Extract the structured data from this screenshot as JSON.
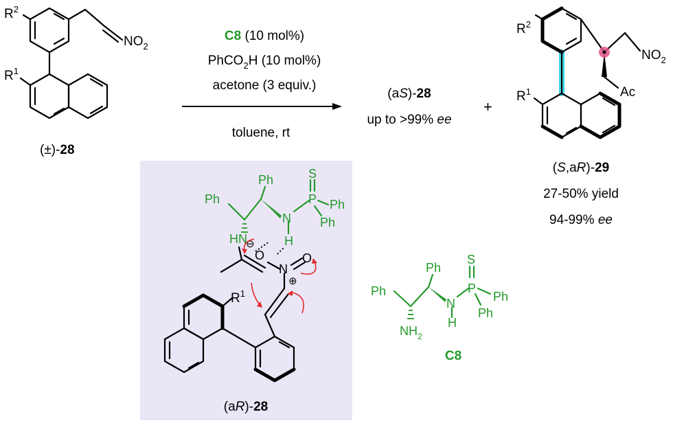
{
  "colors": {
    "catalyst_green": "#239a2a",
    "arrow_red": "#e32b2b",
    "panel_lavender": "#ebe6f6",
    "axis_cyan": "#39d3e6",
    "stereocenter_pink": "#e2528a"
  },
  "reactant": {
    "r2": "R",
    "r2_sup": "2",
    "r1": "R",
    "r1_sup": "1",
    "no2": "NO",
    "no2_sub": "2",
    "label_pre": "(±)-",
    "label_num": "28"
  },
  "conditions": {
    "catalyst": "C8",
    "catalyst_load": " (10 mol%)",
    "acid": "PhCO",
    "acid_sub": "2",
    "acid_rest": "H (10 mol%)",
    "nucleophile": "acetone (3 equiv.)",
    "solvent": "toluene, rt"
  },
  "product_recovered": {
    "pre": "(a",
    "s": "S",
    "post": ")-",
    "num": "28",
    "ee_text": "up to >99% ",
    "ee": "ee"
  },
  "plus": "+",
  "product29": {
    "r2": "R",
    "r2_sup": "2",
    "r1": "R",
    "r1_sup": "1",
    "no2": "NO",
    "no2_sub": "2",
    "ac": "Ac",
    "label_open": "(",
    "label_s": "S",
    "label_comma": ",a",
    "label_r": "R",
    "label_close": ")-",
    "label_num": "29",
    "yield": "27-50% yield",
    "ee_val": "94-99% ",
    "ee": "ee"
  },
  "transition_state": {
    "ph1": "Ph",
    "ph2": "Ph",
    "s": "S",
    "p": "P",
    "ph3": "Ph",
    "ph4": "Ph",
    "n": "N",
    "h": "H",
    "hn": "HN",
    "o_minus": "O",
    "minus": "⊖",
    "n_plus": "N",
    "plus": "⊕",
    "o": "O",
    "r1": "R",
    "r1_sup": "1",
    "label_pre": "(a",
    "label_r": "R",
    "label_post": ")-",
    "label_num": "28"
  },
  "catalyst_c8": {
    "ph1": "Ph",
    "ph2": "Ph",
    "s": "S",
    "p": "P",
    "ph3": "Ph",
    "ph4": "Ph",
    "n": "N",
    "h": "H",
    "nh2": "NH",
    "nh2_sub": "2",
    "label": "C8"
  }
}
